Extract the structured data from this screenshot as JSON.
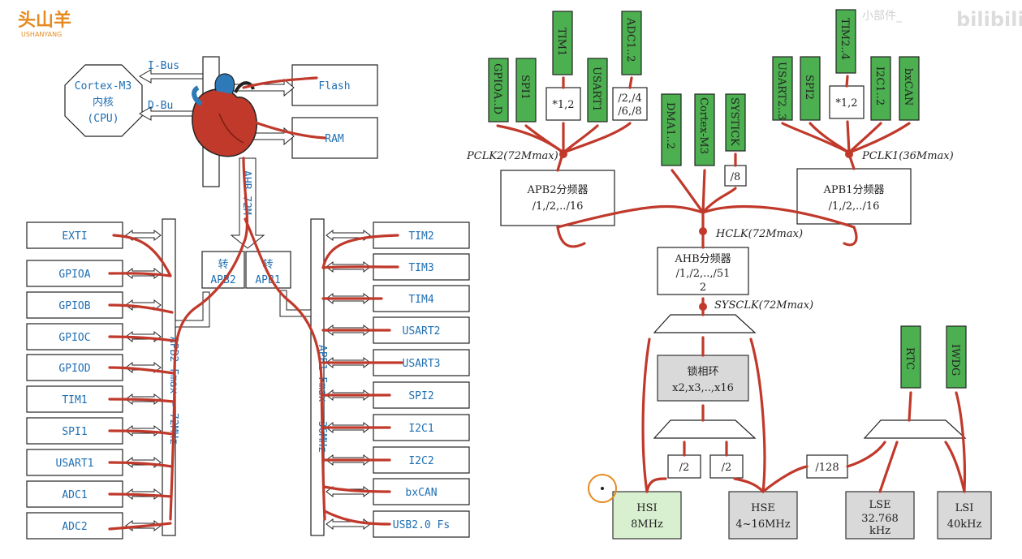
{
  "logo": {
    "main": "头山羊",
    "sub": "USHANYANG"
  },
  "watermark": "bilibili",
  "watermark_text": "小部件_",
  "left": {
    "cpu": {
      "line1": "Cortex-M3",
      "line2": "内核",
      "line3": "(CPU)"
    },
    "ibus": "I-Bus",
    "dbus": "D-Bu",
    "flash": "Flash",
    "ram": "RAM",
    "ahb_label": "AHB 72M",
    "bridge2": {
      "l1": "转",
      "l2": "APB2"
    },
    "bridge1": {
      "l1": "转",
      "l2": "APB1"
    },
    "apb2_bus_label": "APB2 Fmax = 72MHz",
    "apb1_bus_label": "APB1 Fmax = 36MHz",
    "apb2_peripherals": [
      "EXTI",
      "GPIOA",
      "GPIOB",
      "GPIOC",
      "GPIOD",
      "TIM1",
      "SPI1",
      "USART1",
      "ADC1",
      "ADC2"
    ],
    "apb1_peripherals": [
      "TIM2",
      "TIM3",
      "TIM4",
      "USART2",
      "USART3",
      "SPI2",
      "I2C1",
      "I2C2",
      "bxCAN",
      "USB2.0 Fs"
    ]
  },
  "right": {
    "apb2_outputs": [
      "GPIOA..D",
      "SPI1",
      "TIM1",
      "USART1",
      "ADC1..2"
    ],
    "apb2_mul": "*1,2",
    "adc_div": [
      "/2,/4",
      "/6,/8"
    ],
    "ahb_outputs": [
      "DMA1..2",
      "Cortex-M3",
      "SYSTICK"
    ],
    "systick_div": "/8",
    "apb1_outputs": [
      "USART2..3",
      "SPI2",
      "TIM2..4",
      "I2C1..2",
      "bxCAN"
    ],
    "apb1_mul": "*1,2",
    "pclk2": "PCLK2(72Mmax)",
    "pclk1": "PCLK1(36Mmax)",
    "apb2_div": {
      "title": "APB2分频器",
      "vals": "/1,/2,../16"
    },
    "apb1_div": {
      "title": "APB1分频器",
      "vals": "/1,/2,../16"
    },
    "hclk": "HCLK(72Mmax)",
    "ahb_div": {
      "title": "AHB分频器",
      "vals": "/1,/2,..,/51",
      "vals2": "2"
    },
    "sysclk": "SYSCLK(72Mmax)",
    "pll": {
      "title": "锁相环",
      "vals": "x2,x3,..,x16"
    },
    "div2a": "/2",
    "div2b": "/2",
    "div128": "/128",
    "rtc": "RTC",
    "iwdg": "IWDG",
    "hsi": {
      "name": "HSI",
      "freq": "8MHz"
    },
    "hse": {
      "name": "HSE",
      "freq": "4~16MHz"
    },
    "lse": {
      "name": "LSE",
      "freq": "32.768",
      "unit": "kHz"
    },
    "lsi": {
      "name": "LSI",
      "freq": "40kHz"
    }
  }
}
